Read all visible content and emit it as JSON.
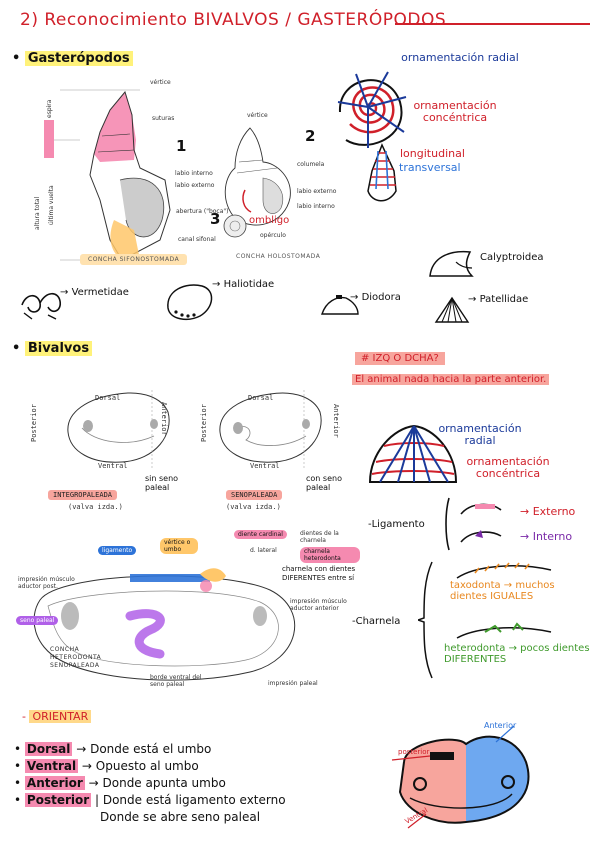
{
  "title": "2) Reconocimiento BIVALVOS / GASTERÓPODOS",
  "gastropods": {
    "heading": "Gasterópodos",
    "fig1": {
      "labels": [
        "vértice",
        "suturas",
        "labio interno",
        "labio externo",
        "abertura (\"boca\")",
        "canal sifonal"
      ],
      "side_labels": [
        "espira",
        "altura total",
        "última vuelta"
      ],
      "number": "1",
      "caption": "CONCHA SIFONOSTOMADA"
    },
    "fig2": {
      "labels": [
        "vértice",
        "columela",
        "labio externo",
        "labio interno"
      ],
      "number": "2",
      "number3": "3",
      "umbilicus": "ombligo",
      "operculum": "opérculo",
      "caption": "CONCHA HOLOSTOMADA"
    },
    "ornament": {
      "radial": "ornamentación radial",
      "concentric": "ornamentación concéntrica",
      "longitudinal": "longitudinal",
      "transversal": "transversal"
    },
    "families": [
      "Vermetidae",
      "Haliotidae",
      "Diodora",
      "Patellidae",
      "Calyptroidea"
    ]
  },
  "bivalves": {
    "heading": "Bivalvos",
    "question": "# IZQ O DCHA?",
    "answer": "El animal nada hacia la parte anterior.",
    "shell_left": {
      "dorsal": "Dorsal",
      "ventral": "Ventral",
      "posterior": "Posterior",
      "anterior": "Anterior",
      "label": "INTEGROPALEADA",
      "valve": "(valva izda.)",
      "note": "sin seno paleal"
    },
    "shell_right": {
      "dorsal": "Dorsal",
      "ventral": "Ventral",
      "posterior": "Posterior",
      "anterior": "Anterior",
      "label": "SENOPALEADA",
      "valve": "(valva izda.)",
      "note": "con seno paleal"
    },
    "inner": {
      "ligament": "ligamento",
      "umbo": "vértice o umbo",
      "cardinal": "diente cardinal",
      "lateral": "d. lateral",
      "teeth": "dientes de la charnela",
      "hinge": "charnela heterodonta",
      "hinge_note": "charnela con dientes DIFERENTES entre sí",
      "muscle_post": "impresión músculo aductor post.",
      "muscle_ant": "impresión músculo aductor anterior",
      "sinus": "seno paleal",
      "concha": "CONCHA HETERODONTA SENOPALEADA",
      "border": "borde ventral del seno paleal",
      "pallial": "impresión paleal"
    },
    "ornament": {
      "radial": "ornamentación radial",
      "concentric": "ornamentación concéntrica"
    },
    "ligamento": {
      "label": "-Ligamento",
      "external": "Externo",
      "internal": "Interno"
    },
    "charnela": {
      "label": "-Charnela",
      "taxo": "taxodonta → muchos dientes IGUALES",
      "hetero": "heterodonta → pocos dientes DIFERENTES"
    }
  },
  "orient": {
    "heading": "ORIENTAR",
    "items": [
      {
        "term": "Dorsal",
        "text": "Donde está el umbo"
      },
      {
        "term": "Ventral",
        "text": "Opuesto al umbo"
      },
      {
        "term": "Anterior",
        "text": "Donde apunta umbo"
      },
      {
        "term": "Posterior",
        "text": "Donde está ligamento externo"
      }
    ],
    "extra": "Donde se abre seno paleal",
    "diagram": {
      "anterior": "Anterior",
      "posterior": "posterior",
      "ventral": "Ventral"
    }
  },
  "colors": {
    "red": "#d0202a",
    "blue": "#1b3a9a",
    "pink": "#f58ab0",
    "salmon": "#f7a59d",
    "green": "#3f9a2c",
    "orange": "#e8871e",
    "purple": "#7a2aa8",
    "yellow": "#fff27a"
  }
}
